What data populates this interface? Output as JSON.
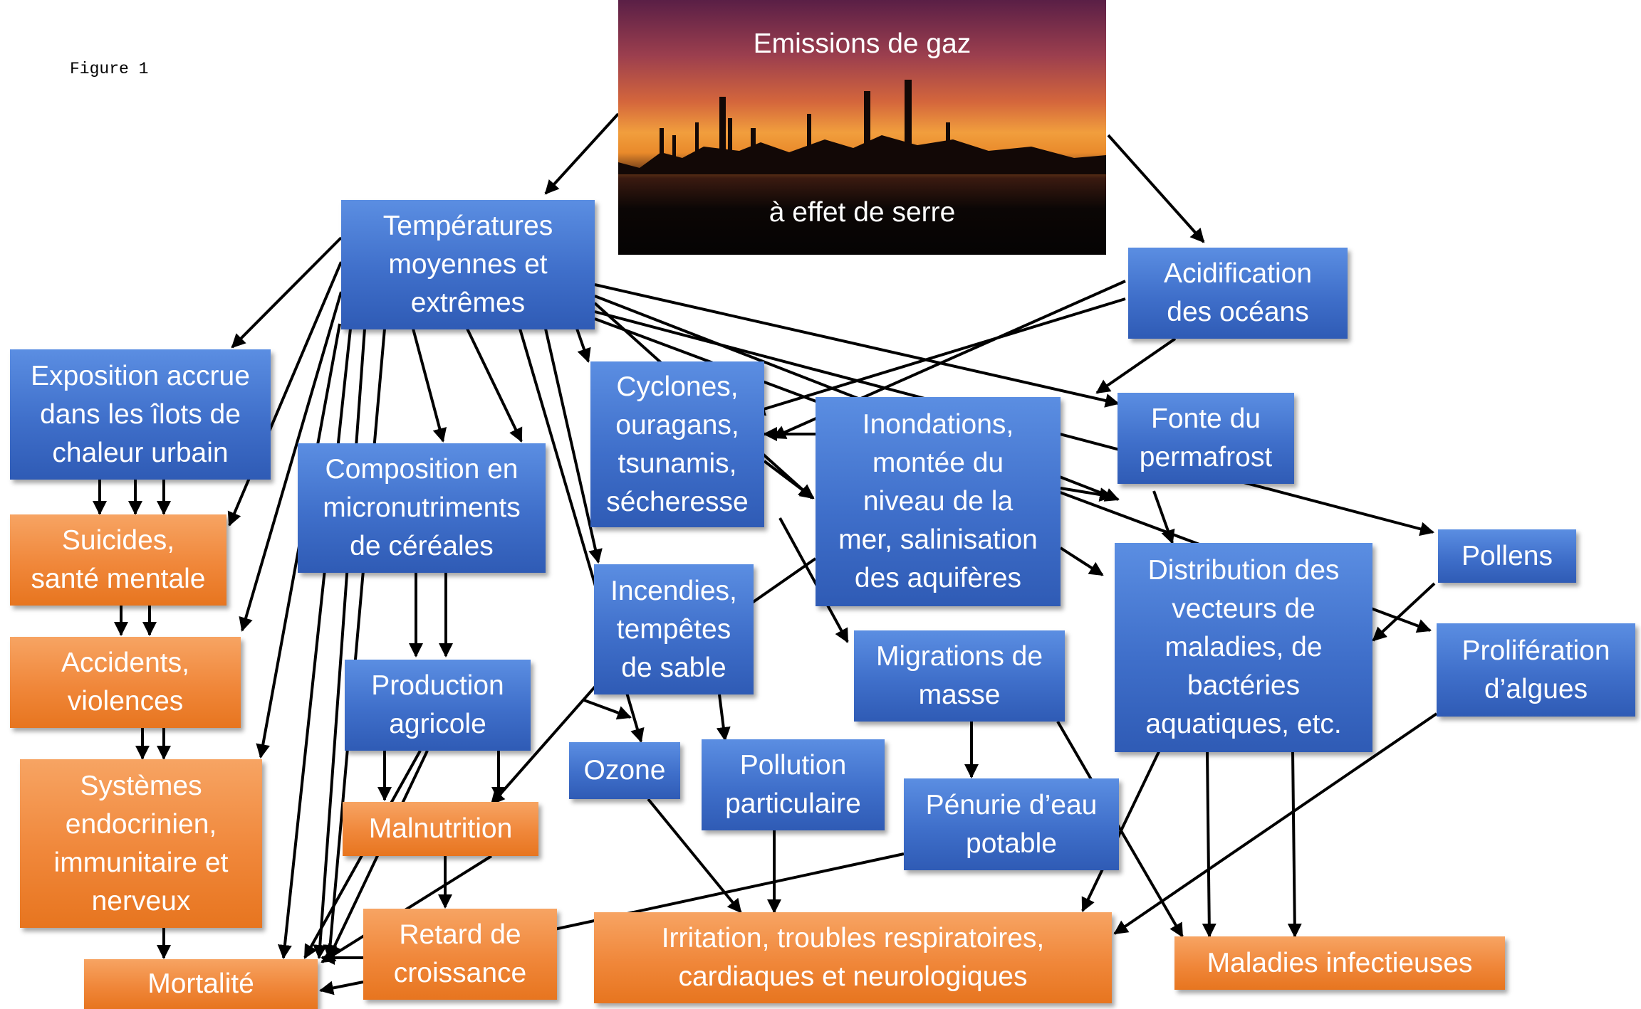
{
  "figure_label": "Figure 1",
  "source": {
    "line1": "Emissions de gaz",
    "line2": "à effet de serre"
  },
  "nodes": {
    "temperatures": "Températures\nmoyennes et\nextrêmes",
    "acidification": "Acidification\ndes océans",
    "exposition": "Exposition accrue\ndans les îlots de\nchaleur urbain",
    "composition": "Composition en\nmicronutriments\nde céréales",
    "cyclones": "Cyclones,\nouragans,\ntsunamis,\nsécheresse",
    "inondations": "Inondations,\nmontée du\nniveau de la\nmer, salinisation\ndes aquifères",
    "permafrost": "Fonte du\npermafrost",
    "distribution": "Distribution des\nvecteurs de\nmaladies, de\nbactéries\naquatiques, etc.",
    "pollens": "Pollens",
    "algues": "Prolifération\nd’algues",
    "incendies": "Incendies,\ntempêtes\nde sable",
    "migrations": "Migrations de\nmasse",
    "production": "Production\nagricole",
    "ozone": "Ozone",
    "pollution": "Pollution\nparticulaire",
    "penurie": "Pénurie d’eau\npotable",
    "suicides": "Suicides,\nsanté mentale",
    "accidents": "Accidents,\nviolences",
    "systemes": "Systèmes\nendocrinien,\nimmunitaire et\nnerveux",
    "malnutrition": "Malnutrition",
    "retard": "Retard de\ncroissance",
    "irritation": "Irritation, troubles respiratoires,\ncardiaques et neurologiques",
    "maladies": "Maladies infectieuses",
    "mortalite": "Mortalité"
  },
  "colors": {
    "driver_box": "#4472c4",
    "health_outcome_box": "#ed7d31",
    "arrow": "#000000"
  }
}
